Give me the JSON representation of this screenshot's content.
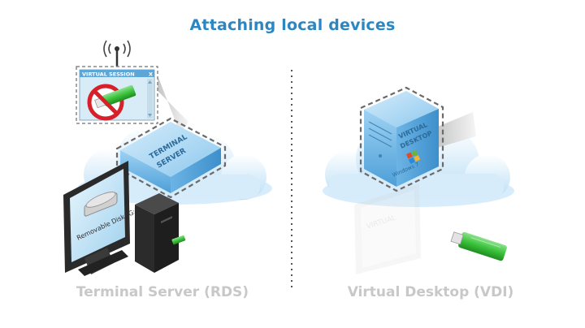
{
  "title": "Attaching local devices",
  "left": {
    "caption": "Terminal Server (RDS)",
    "window_title": "VIRTUAL SESSION",
    "window_close": "X",
    "server_label": [
      "TERMINAL",
      "SERVER"
    ],
    "monitor_label": "Removable Disk (G:)"
  },
  "right": {
    "caption": "Virtual Desktop (VDI)",
    "server_label": [
      "VIRTUAL",
      "DESKTOP"
    ],
    "os_label": "Windows 7",
    "ghost_label": "VIRTUAL"
  },
  "colors": {
    "title": "#2e86c1",
    "caption": "#c8c8c8",
    "cloud": "#dbeefa",
    "server": "#5aa9dd",
    "usb_green": "#3cc43c",
    "prohibit_red": "#d8202a"
  }
}
